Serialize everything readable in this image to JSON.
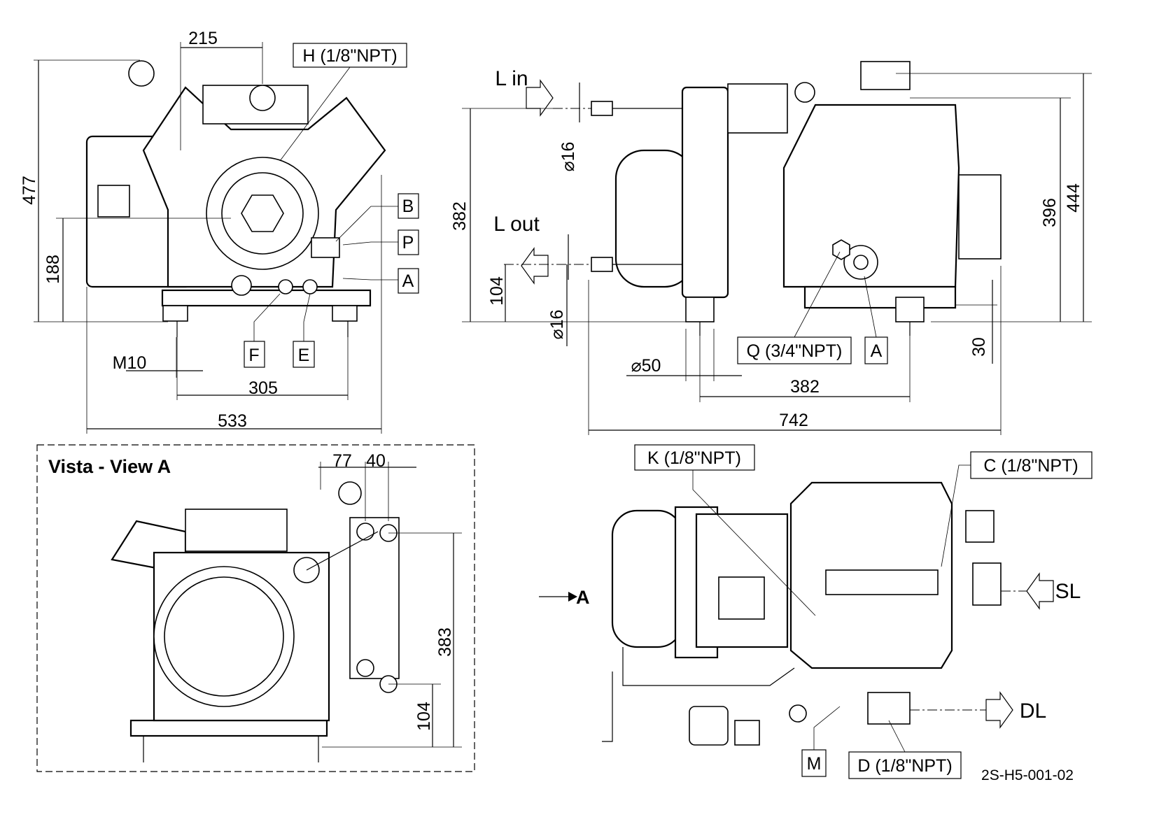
{
  "drawing_number": "2S-H5-001-02",
  "front_view": {
    "dims": {
      "top_width": "215",
      "height_total": "477",
      "shaft_height": "188",
      "bolt": "M10",
      "foot_spacing": "305",
      "width_total": "533"
    },
    "callouts": {
      "H": "H (1/8\"NPT)",
      "B": "B",
      "P": "P",
      "A": "A",
      "F": "F",
      "E": "E"
    }
  },
  "side_view": {
    "flows": {
      "in": "L in",
      "out": "L out"
    },
    "dims": {
      "dia_in": "⌀16",
      "dia_out": "⌀16",
      "pipe_height": "382",
      "out_height": "104",
      "foot_dia": "⌀50",
      "foot_spacing": "382",
      "length_total": "742",
      "base": "30",
      "height_396": "396",
      "height_444": "444"
    },
    "callouts": {
      "Q": "Q (3/4\"NPT)",
      "A": "A"
    }
  },
  "view_a": {
    "title": "Vista - View A",
    "dims": {
      "offset_77": "77",
      "offset_40": "40",
      "height_383": "383",
      "height_104": "104"
    }
  },
  "top_view": {
    "view_arrow": "A",
    "flows": {
      "suction": "SL",
      "discharge": "DL"
    },
    "callouts": {
      "K": "K  (1/8\"NPT)",
      "C": "C  (1/8\"NPT)",
      "M": "M",
      "D": "D (1/8\"NPT)"
    }
  }
}
